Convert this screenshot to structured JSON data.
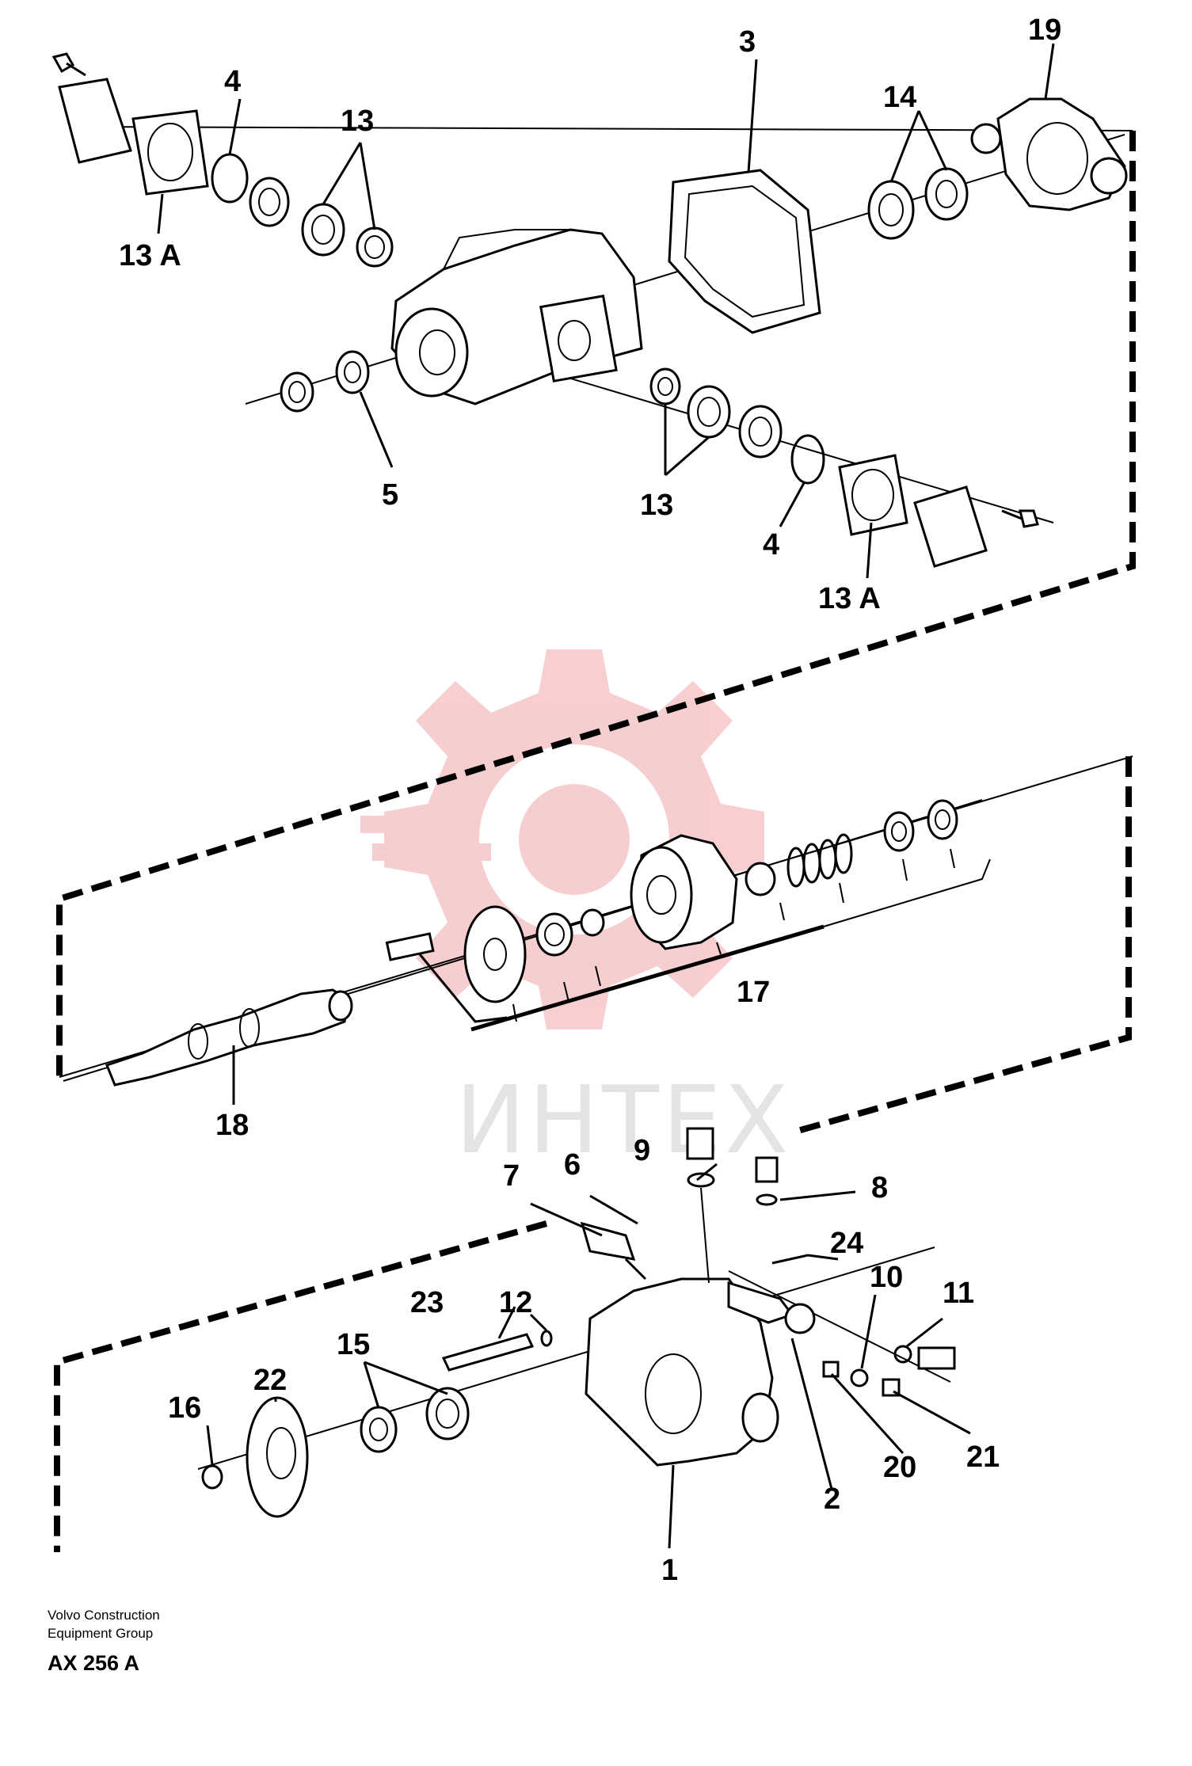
{
  "watermark": {
    "text": "ИНТЕХ",
    "color": "#f7c9cc"
  },
  "callouts": {
    "c1": "1",
    "c2": "2",
    "c3": "3",
    "c4a": "4",
    "c4b": "4",
    "c5": "5",
    "c6": "6",
    "c7": "7",
    "c8": "8",
    "c9": "9",
    "c10": "10",
    "c11": "11",
    "c12": "12",
    "c13a": "13",
    "c13b": "13",
    "c13Aa": "13 A",
    "c13Ab": "13 A",
    "c14": "14",
    "c15": "15",
    "c16": "16",
    "c17": "17",
    "c18": "18",
    "c19": "19",
    "c20": "20",
    "c21": "21",
    "c22": "22",
    "c23": "23",
    "c24": "24"
  },
  "footer": {
    "line1": "Volvo Construction",
    "line2": "Equipment Group",
    "code": "AX 256 A"
  }
}
